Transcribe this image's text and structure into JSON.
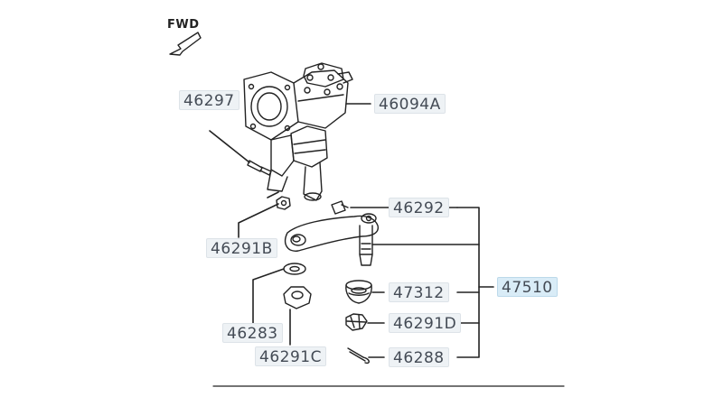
{
  "diagram": {
    "direction_label": "FWD",
    "callouts": {
      "c46297": "46297",
      "c46094A": "46094A",
      "c46292": "46292",
      "c46291B": "46291B",
      "c47510": "47510",
      "c47312": "47312",
      "c46283": "46283",
      "c46291D": "46291D",
      "c46291C": "46291C",
      "c46288": "46288"
    },
    "colors": {
      "line": "#222222",
      "callout_bg": "#eef2f5",
      "callout_selected_bg": "#d9ecf7",
      "callout_text": "#444b55"
    },
    "icons": {
      "direction_arrow": "arrow-down-left-icon"
    }
  }
}
